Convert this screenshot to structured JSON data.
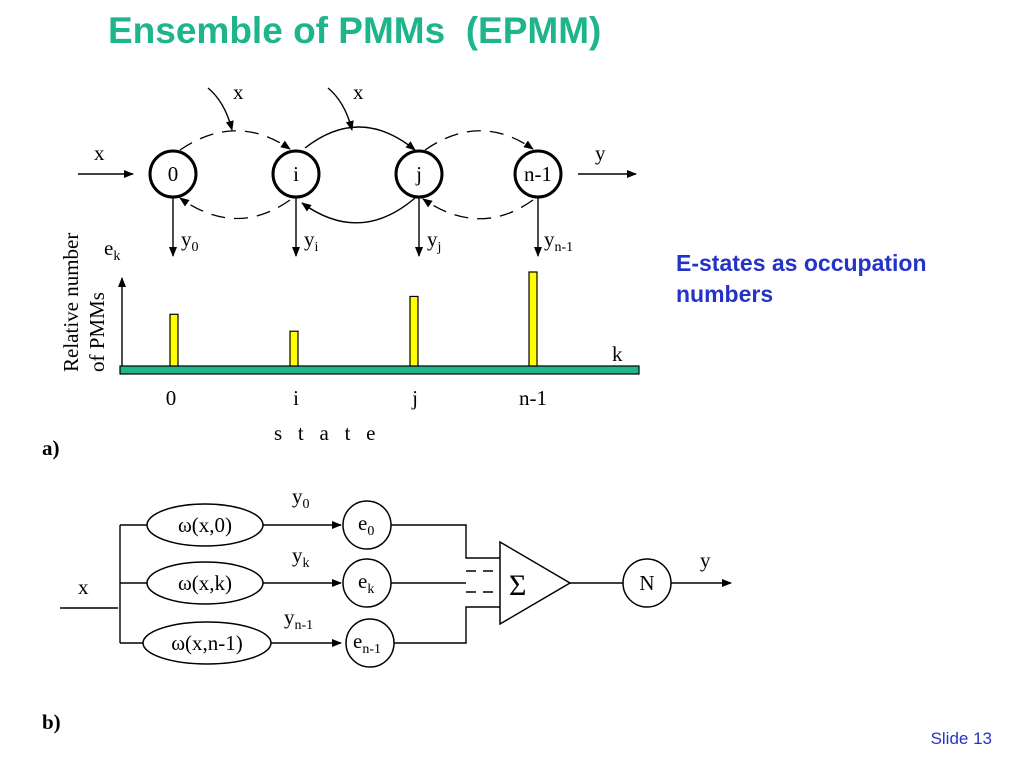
{
  "slide": {
    "title": "Ensemble of PMMs  (EPMM)",
    "side_note": "E-states as occupation numbers",
    "slide_number": "Slide 13"
  },
  "diagram_a": {
    "panel_label": "a)",
    "input_label": "x",
    "output_label": "y",
    "top_inputs": [
      "x",
      "x"
    ],
    "states": [
      {
        "label": "0",
        "out": "y",
        "out_sub": "0",
        "occupation": 0.55
      },
      {
        "label": "i",
        "out": "y",
        "out_sub": "i",
        "occupation": 0.37
      },
      {
        "label": "j",
        "out": "y",
        "out_sub": "j",
        "occupation": 0.74
      },
      {
        "label": "n-1",
        "out": "y",
        "out_sub": "n-1",
        "occupation": 1.0
      }
    ],
    "y_axis_label_main": "e",
    "y_axis_label_sub": "k",
    "y_axis_title_line1": "Relative number",
    "y_axis_title_line2": "of PMMs",
    "x_axis_end_label": "k",
    "x_axis_title": "s   t   a   t   e"
  },
  "diagram_b": {
    "panel_label": "b)",
    "input_label": "x",
    "output_label": "y",
    "sum_symbol": "Σ",
    "normalizer_label": "N",
    "branches": [
      {
        "func": "ω(x,0)",
        "y": "y",
        "y_sub": "0",
        "e": "e",
        "e_sub": "0"
      },
      {
        "func": "ω(x,k)",
        "y": "y",
        "y_sub": "k",
        "e": "e",
        "e_sub": "k"
      },
      {
        "func": "ω(x,n-1)",
        "y": "y",
        "y_sub": "n-1",
        "e": "e",
        "e_sub": "n-1"
      }
    ]
  }
}
